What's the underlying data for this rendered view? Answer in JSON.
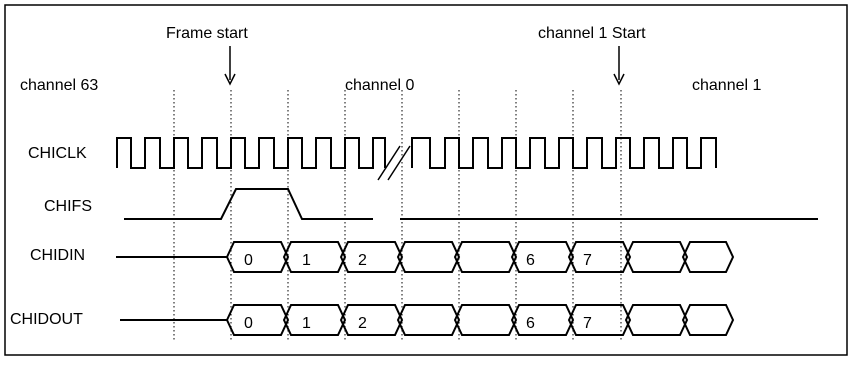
{
  "diagram": {
    "annotations": {
      "frame_start": "Frame start",
      "channel1_start": "channel 1 Start"
    },
    "regions": {
      "channel63": "channel 63",
      "channel0": "channel 0",
      "channel1": "channel 1"
    },
    "signals": {
      "chiclk": "CHICLK",
      "chifs": "CHIFS",
      "chidin": "CHIDIN",
      "chidout": "CHIDOUT"
    },
    "data_bits": [
      "0",
      "1",
      "2",
      "",
      "",
      "6",
      "7",
      "",
      ""
    ]
  }
}
